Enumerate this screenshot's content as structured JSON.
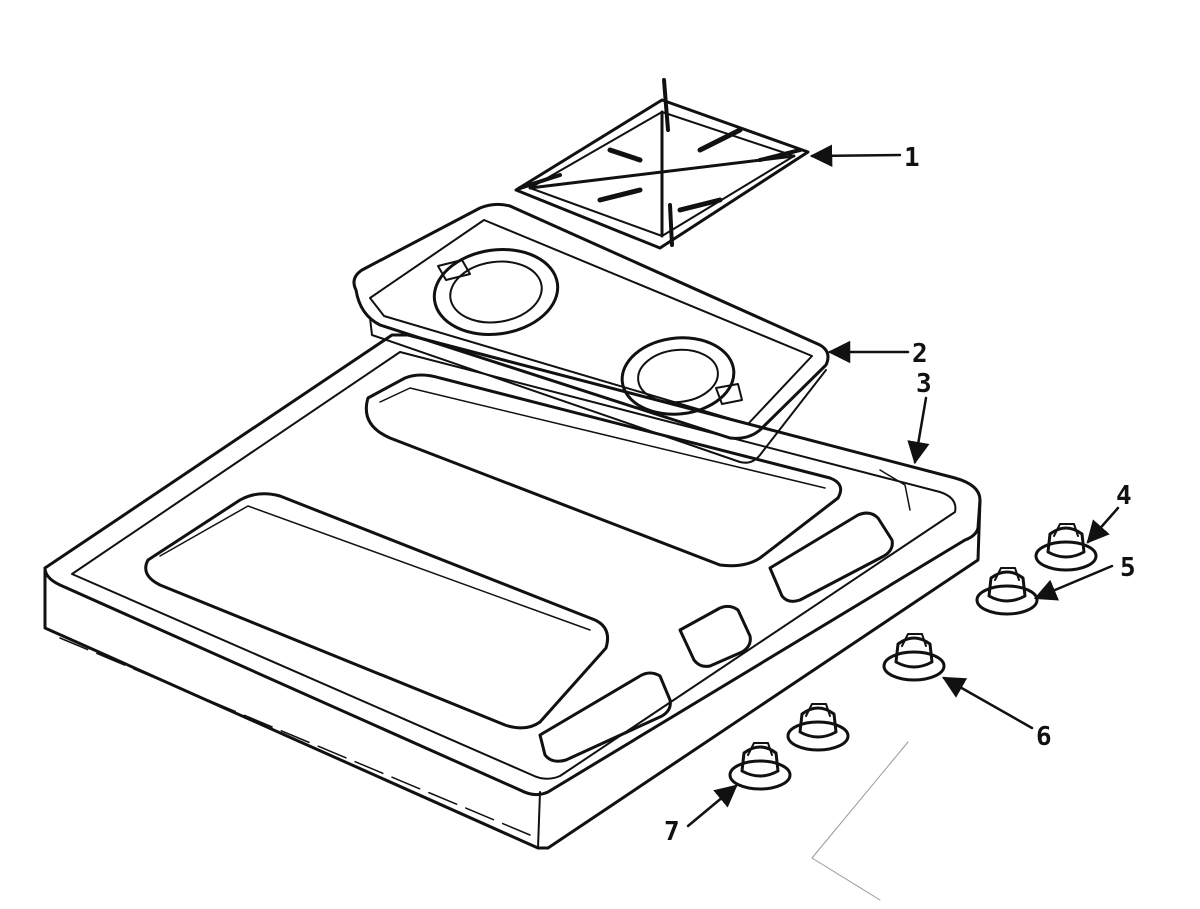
{
  "colors": {
    "ink": "#111111",
    "background": "#ffffff"
  },
  "callouts": [
    {
      "id": "grate",
      "label": "1"
    },
    {
      "id": "burner-pan",
      "label": "2"
    },
    {
      "id": "cooktop-frame",
      "label": "3"
    },
    {
      "id": "knob-4",
      "label": "4"
    },
    {
      "id": "knob-5",
      "label": "5"
    },
    {
      "id": "knob-6",
      "label": "6"
    },
    {
      "id": "knob-7",
      "label": "7"
    }
  ]
}
